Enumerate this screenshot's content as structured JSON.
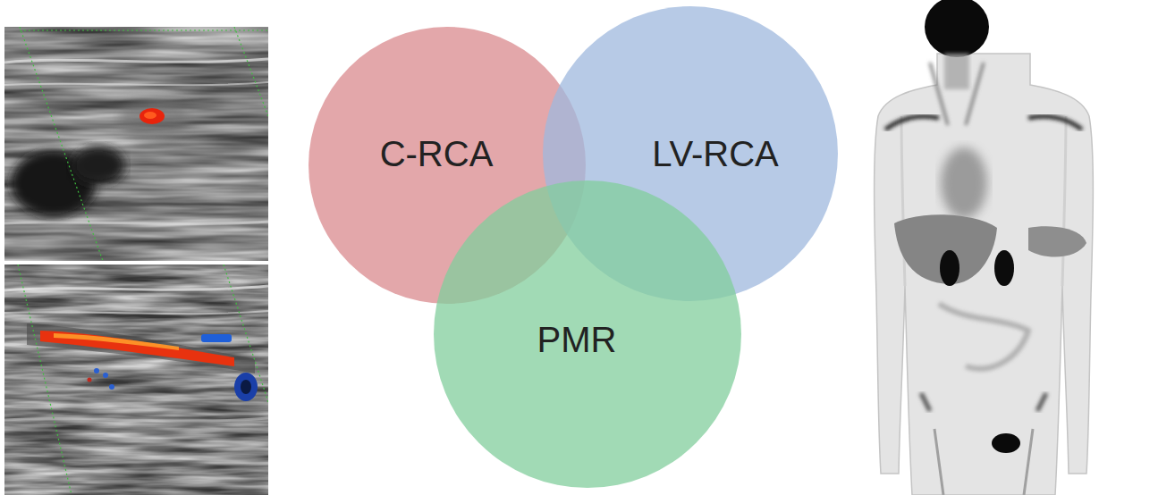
{
  "diagram": {
    "nodes": [
      {
        "text": [
          "C-RCA"
        ]
      },
      {
        "text": [
          "LV-RCA"
        ]
      },
      {
        "text": [
          "PMR"
        ]
      }
    ]
  }
}
